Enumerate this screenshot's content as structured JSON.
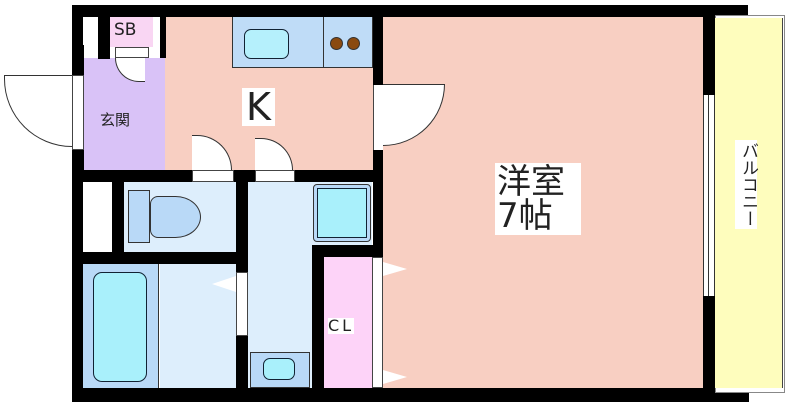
{
  "floorplan": {
    "rooms": {
      "western_room": {
        "name": "洋室",
        "size": "7帖"
      },
      "kitchen": {
        "name": "K"
      },
      "entrance": {
        "name": "玄関"
      },
      "shoe_box": {
        "name": "SB"
      },
      "closet": {
        "name": "CL"
      },
      "balcony": {
        "name": "バルコニー"
      }
    },
    "colors": {
      "western_room": "#f8cfc2",
      "kitchen": "#f8cfc2",
      "entrance": "#d9c2f7",
      "shoe_box": "#f9d6f3",
      "closet": "#fdd3f8",
      "wet_area": "#ddeefc",
      "fixture": "#b9d9f7",
      "fixture_inner": "#a9f0fb",
      "balcony": "#fefdbd",
      "wall": "#000000"
    }
  }
}
